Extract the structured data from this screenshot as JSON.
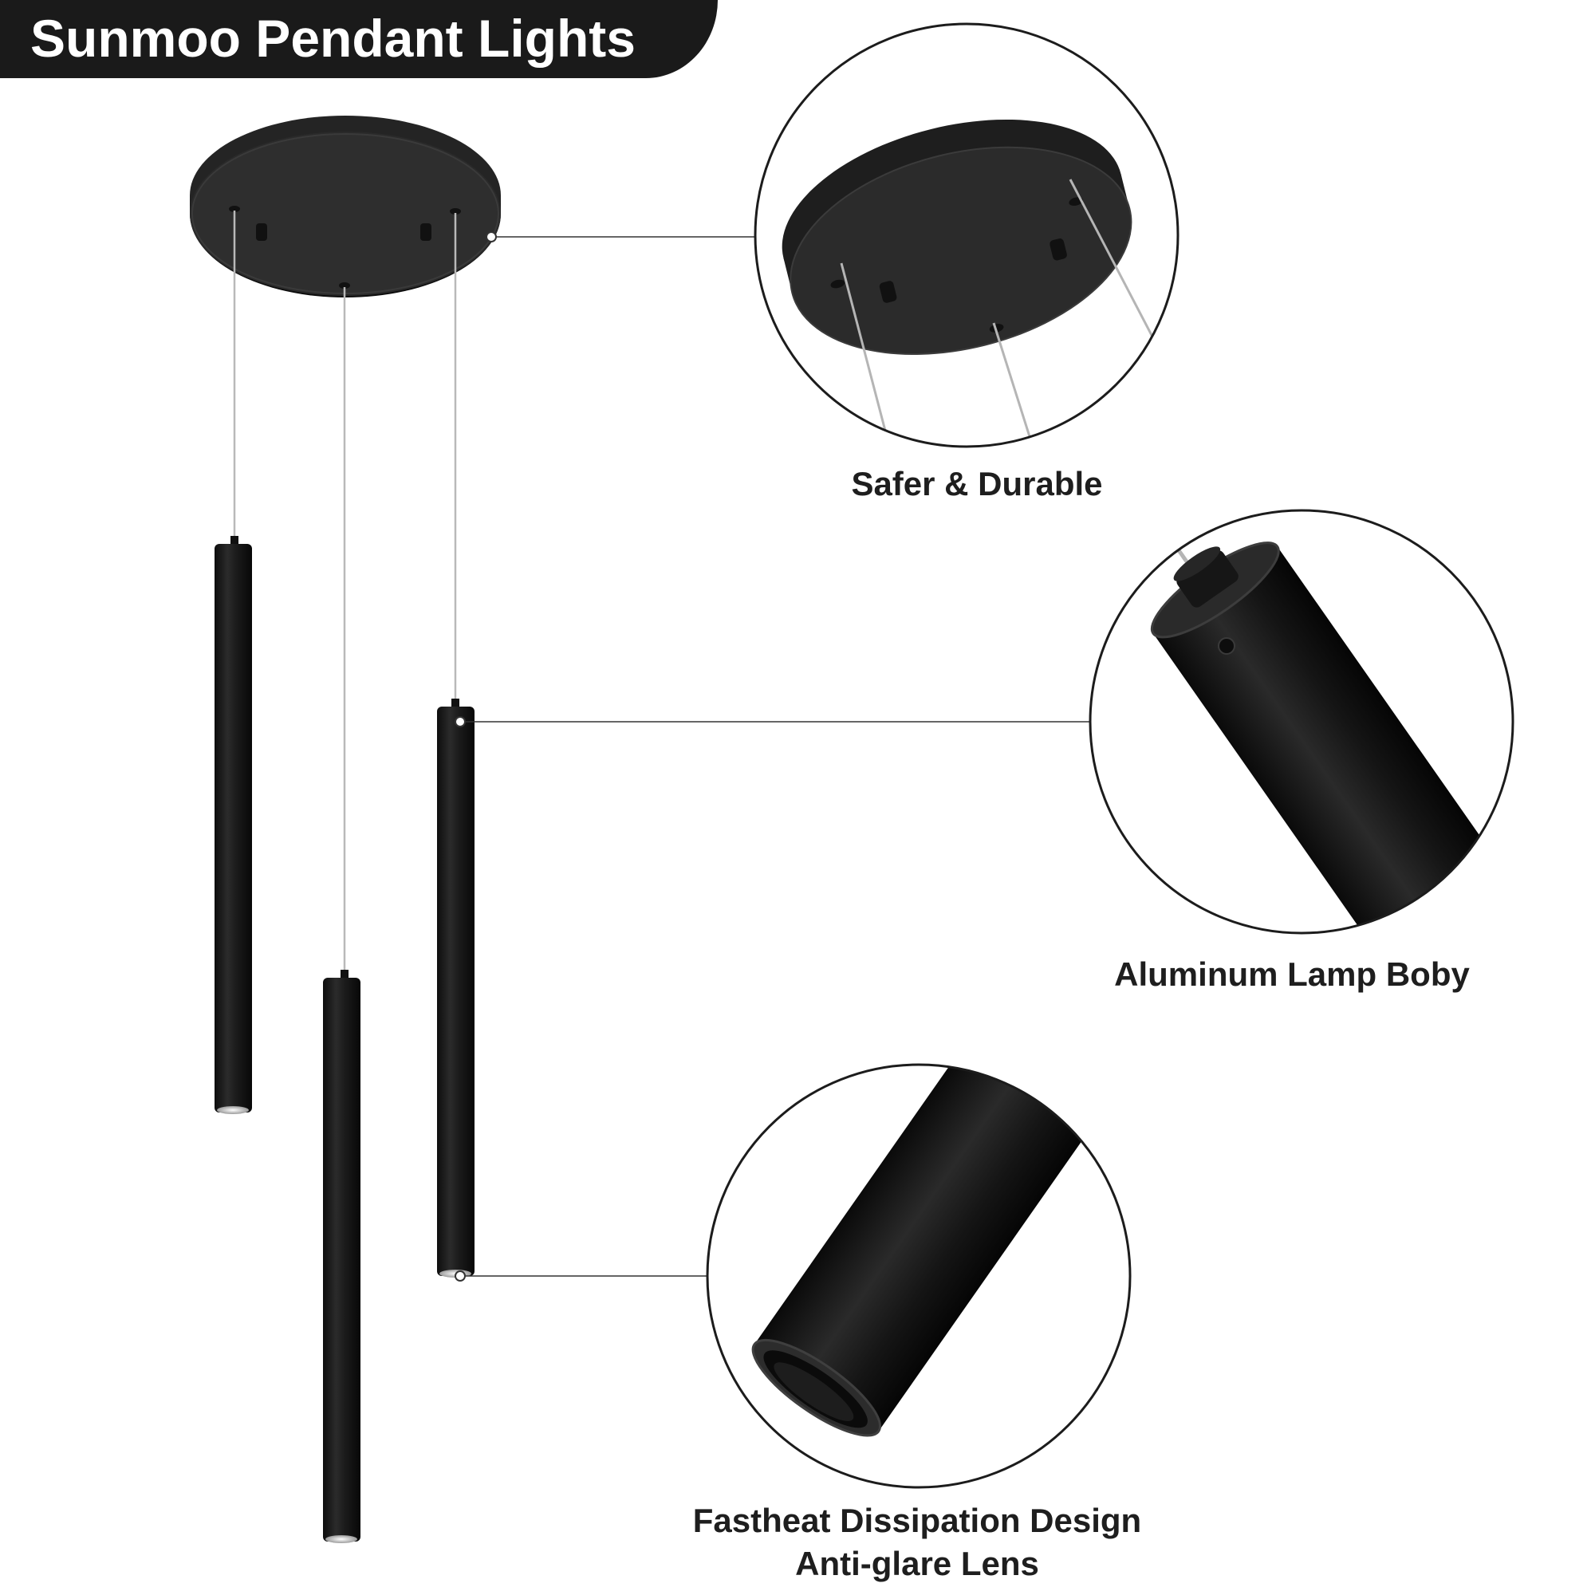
{
  "title": "Sunmoo Pendant Lights",
  "features": [
    {
      "label": "Safer & Durable"
    },
    {
      "label": "Aluminum Lamp Boby"
    },
    {
      "label": "Fastheat Dissipation Design",
      "label2": "Anti-glare Lens"
    }
  ],
  "colors": {
    "banner": "#1a1a1a",
    "fixture": "#1b1b1b",
    "cable": "#b9b9b9",
    "text": "#1e1e1e"
  }
}
